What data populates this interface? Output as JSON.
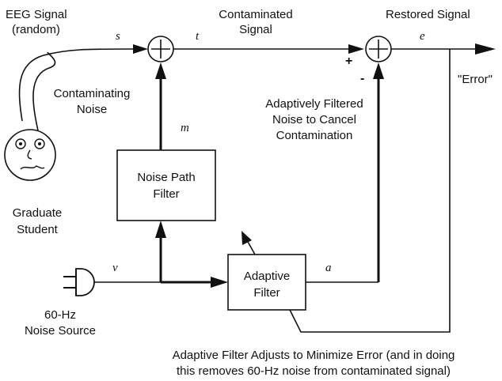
{
  "labels": {
    "eeg_signal_line1": "EEG Signal",
    "eeg_signal_line2": "(random)",
    "contaminated_line1": "Contaminated",
    "contaminated_line2": "Signal",
    "restored_signal": "Restored Signal",
    "error": "\"Error\"",
    "contaminating_line1": "Contaminating",
    "contaminating_line2": "Noise",
    "adaptively_line1": "Adaptively Filtered",
    "adaptively_line2": "Noise to Cancel",
    "adaptively_line3": "Contamination",
    "graduate_line1": "Graduate",
    "graduate_line2": "Student",
    "noise_source_line1": "60-Hz",
    "noise_source_line2": "Noise Source",
    "caption_line1": "Adaptive Filter Adjusts to Minimize Error (and in doing",
    "caption_line2": "this removes 60-Hz noise from contaminated signal)"
  },
  "blocks": {
    "noise_path_filter_line1": "Noise Path",
    "noise_path_filter_line2": "Filter",
    "adaptive_filter_line1": "Adaptive",
    "adaptive_filter_line2": "Filter"
  },
  "variables": {
    "s": "s",
    "t": "t",
    "e": "e",
    "m": "m",
    "v": "v",
    "a": "a"
  },
  "signs": {
    "plus": "+",
    "minus": "-"
  }
}
